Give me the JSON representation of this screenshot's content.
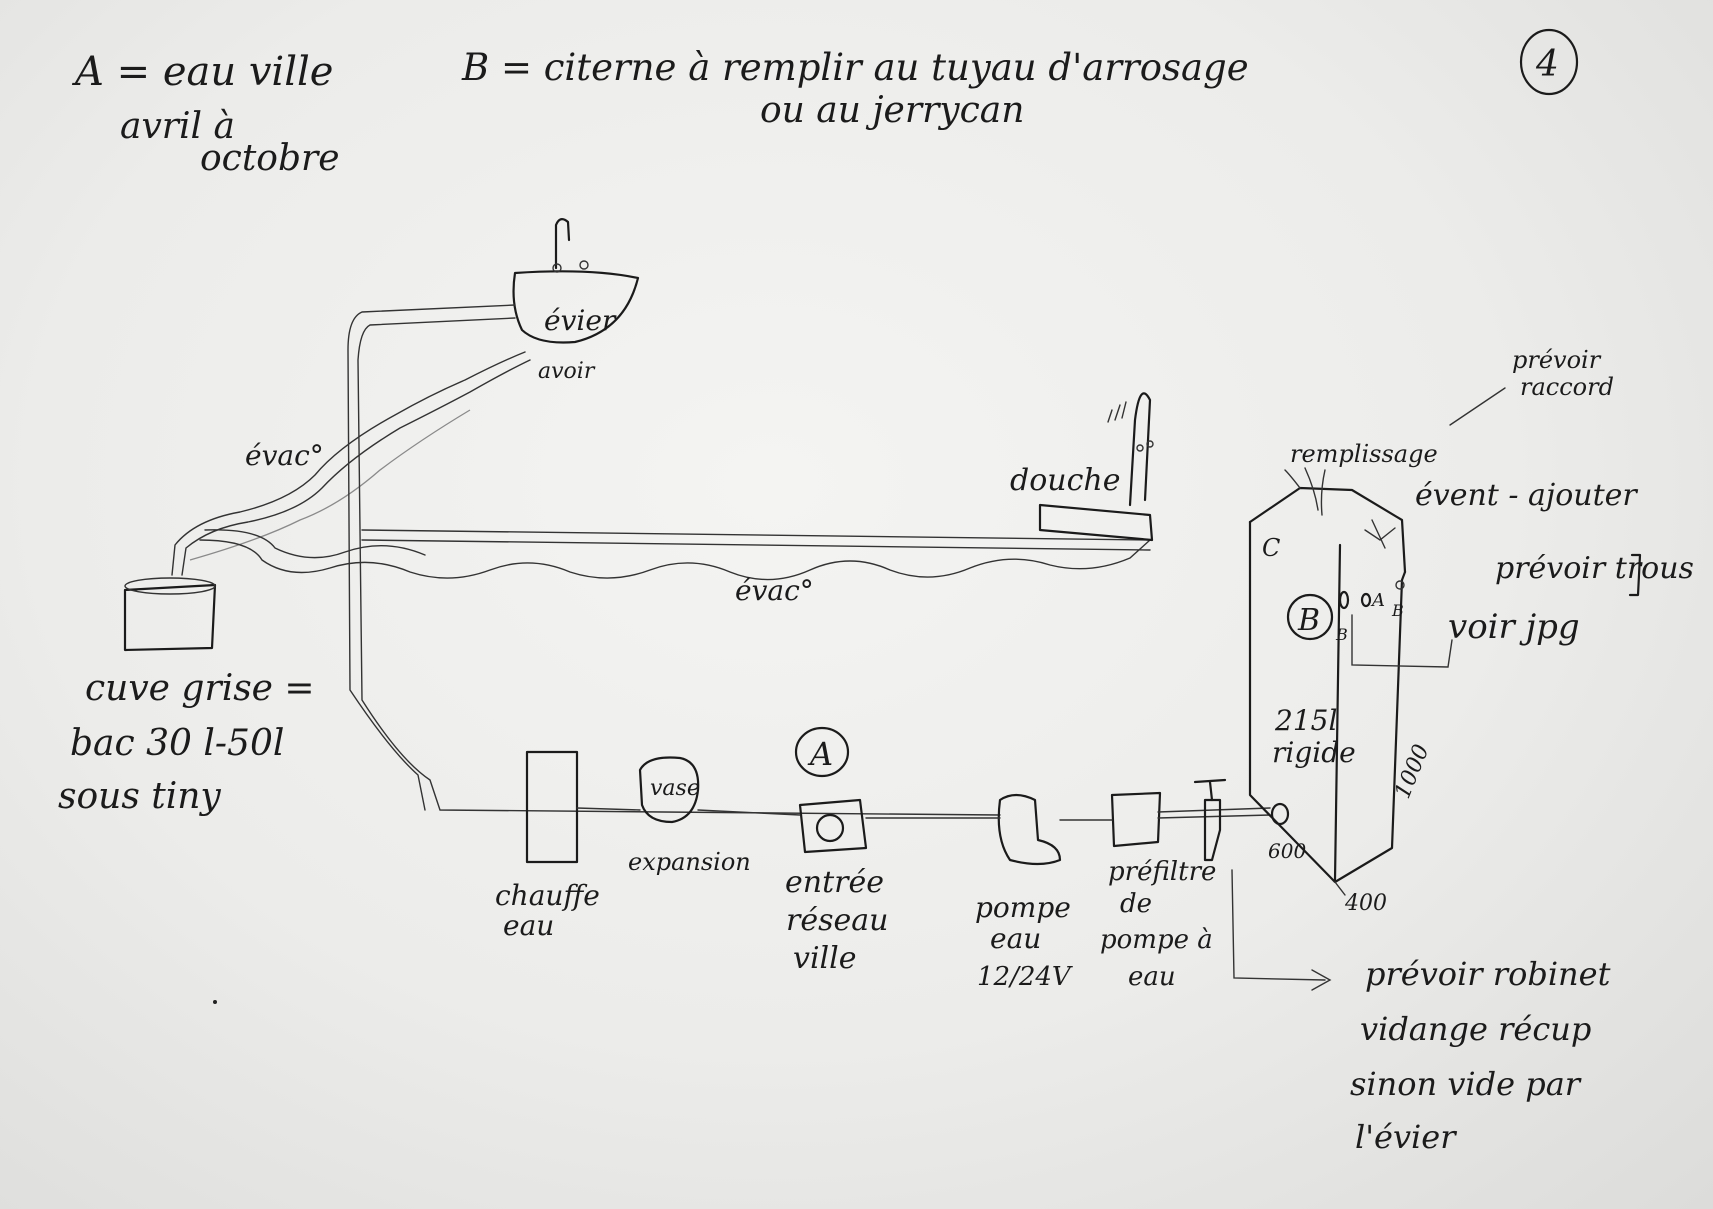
{
  "legend": {
    "a_line1": "A = eau ville",
    "a_line2": "avril à",
    "a_line3": "octobre",
    "b_line1": "B = citerne à remplir au tuyau d'arrosage",
    "b_line2": "ou au jerrycan",
    "page_number": "4"
  },
  "labels": {
    "evier": "évier",
    "avoir": "avoir",
    "evac_top": "évac°",
    "evac_bottom": "évac°",
    "douche": "douche",
    "cuve_grise_1": "cuve grise =",
    "cuve_grise_2": "bac 30 l-50l",
    "cuve_grise_3": "sous tiny",
    "vase": "vase",
    "expansion": "expansion",
    "chauffe_1": "chauffe",
    "chauffe_2": "eau",
    "circle_a": "A",
    "entree_1": "entrée",
    "entree_2": "réseau",
    "entree_3": "ville",
    "pompe_1": "pompe",
    "pompe_2": "eau",
    "pompe_3": "12/24V",
    "prefiltre_1": "préfiltre",
    "prefiltre_2": "de",
    "prefiltre_3": "pompe à",
    "prefiltre_4": "eau",
    "prevoir_raccord_1": "prévoir",
    "prevoir_raccord_2": "raccord",
    "remplissage": "remplissage",
    "event": "évent - ajouter",
    "tank_c": "C",
    "circle_b": "B",
    "port_a": "A",
    "port_b_small": "B",
    "port_b_lower": "B",
    "prevoir_trous": "prévoir trous",
    "voir_jpg": "voir jpg",
    "capacity_1": "215l",
    "capacity_2": "rigide",
    "dim_1000": "1000",
    "dim_600": "600",
    "dim_400": "400",
    "robinet_1": "prévoir robinet",
    "robinet_2": "vidange récup",
    "robinet_3": "sinon vide par",
    "robinet_4": "l'évier"
  }
}
